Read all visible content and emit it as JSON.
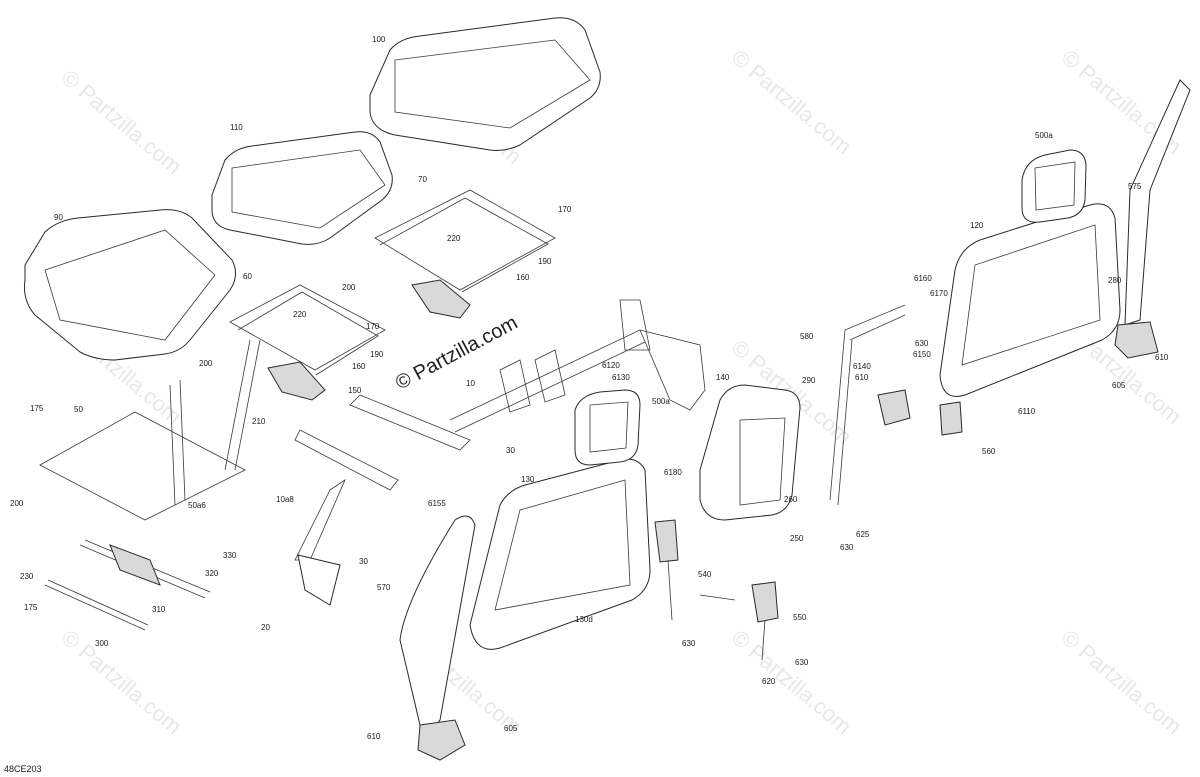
{
  "diagram_code": "48CE203",
  "watermark": "© Partzilla.com",
  "callouts": [
    {
      "id": "c100",
      "text": "100"
    },
    {
      "id": "c110",
      "text": "110"
    },
    {
      "id": "c90",
      "text": "90"
    },
    {
      "id": "c70",
      "text": "70"
    },
    {
      "id": "c170a",
      "text": "170"
    },
    {
      "id": "c220a",
      "text": "220"
    },
    {
      "id": "c190a",
      "text": "190"
    },
    {
      "id": "c160a",
      "text": "160"
    },
    {
      "id": "c200a",
      "text": "200"
    },
    {
      "id": "c60",
      "text": "60"
    },
    {
      "id": "c220b",
      "text": "220"
    },
    {
      "id": "c170b",
      "text": "170"
    },
    {
      "id": "c190b",
      "text": "190"
    },
    {
      "id": "c160b",
      "text": "160"
    },
    {
      "id": "c200b",
      "text": "200"
    },
    {
      "id": "c150",
      "text": "150"
    },
    {
      "id": "c210",
      "text": "210"
    },
    {
      "id": "c175a",
      "text": "175"
    },
    {
      "id": "c50",
      "text": "50"
    },
    {
      "id": "c200c",
      "text": "200"
    },
    {
      "id": "c50a6",
      "text": "50a6"
    },
    {
      "id": "c330",
      "text": "330"
    },
    {
      "id": "c230",
      "text": "230"
    },
    {
      "id": "c320",
      "text": "320"
    },
    {
      "id": "c175b",
      "text": "175"
    },
    {
      "id": "c310",
      "text": "310"
    },
    {
      "id": "c300",
      "text": "300"
    },
    {
      "id": "c10",
      "text": "10"
    },
    {
      "id": "c30a",
      "text": "30"
    },
    {
      "id": "c10a8",
      "text": "10a8"
    },
    {
      "id": "c30b",
      "text": "30"
    },
    {
      "id": "c20",
      "text": "20"
    },
    {
      "id": "c6120",
      "text": "6120"
    },
    {
      "id": "c6130",
      "text": "6130"
    },
    {
      "id": "c500a1",
      "text": "500a"
    },
    {
      "id": "c6155",
      "text": "6155"
    },
    {
      "id": "c130",
      "text": "130"
    },
    {
      "id": "c6180",
      "text": "6180"
    },
    {
      "id": "c570",
      "text": "570"
    },
    {
      "id": "c130d",
      "text": "130d"
    },
    {
      "id": "c610a",
      "text": "610"
    },
    {
      "id": "c605a",
      "text": "605"
    },
    {
      "id": "c140",
      "text": "140"
    },
    {
      "id": "c290",
      "text": "290"
    },
    {
      "id": "c260",
      "text": "260"
    },
    {
      "id": "c250",
      "text": "250"
    },
    {
      "id": "c540",
      "text": "540"
    },
    {
      "id": "c630a",
      "text": "630"
    },
    {
      "id": "c550",
      "text": "550"
    },
    {
      "id": "c630b",
      "text": "630"
    },
    {
      "id": "c620",
      "text": "620"
    },
    {
      "id": "c580",
      "text": "580"
    },
    {
      "id": "c6160",
      "text": "6160"
    },
    {
      "id": "c6170",
      "text": "6170"
    },
    {
      "id": "c630c",
      "text": "630"
    },
    {
      "id": "c6150",
      "text": "6150"
    },
    {
      "id": "c6140",
      "text": "6140"
    },
    {
      "id": "c610b",
      "text": "610"
    },
    {
      "id": "c625",
      "text": "625"
    },
    {
      "id": "c630d",
      "text": "630"
    },
    {
      "id": "c500a2",
      "text": "500a"
    },
    {
      "id": "c120",
      "text": "120"
    },
    {
      "id": "c575",
      "text": "575"
    },
    {
      "id": "c280",
      "text": "280"
    },
    {
      "id": "c610c",
      "text": "610"
    },
    {
      "id": "c605b",
      "text": "605"
    },
    {
      "id": "c6110",
      "text": "6110"
    },
    {
      "id": "c560",
      "text": "560"
    }
  ]
}
